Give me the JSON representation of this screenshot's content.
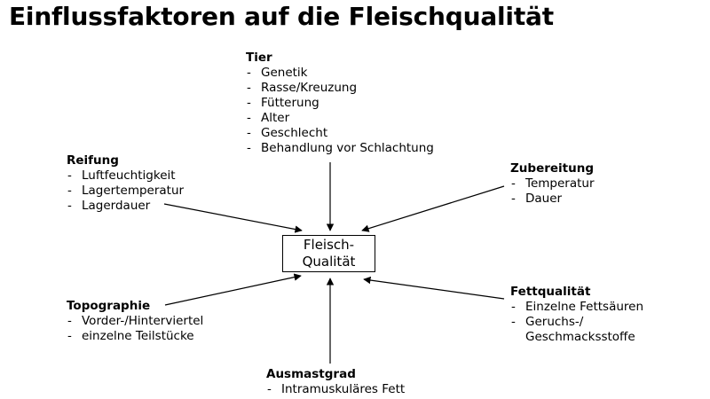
{
  "title": "Einflussfaktoren auf die Fleischqualität",
  "center": {
    "line1": "Fleisch-",
    "line2": "Qualität"
  },
  "factors": {
    "tier": {
      "heading": "Tier",
      "items": [
        "Genetik",
        "Rasse/Kreuzung",
        "Fütterung",
        "Alter",
        "Geschlecht",
        "Behandlung vor Schlachtung"
      ]
    },
    "reifung": {
      "heading": "Reifung",
      "items": [
        "Luftfeuchtigkeit",
        "Lagertemperatur",
        "Lagerdauer"
      ]
    },
    "zubereitung": {
      "heading": "Zubereitung",
      "items": [
        "Temperatur",
        "Dauer"
      ]
    },
    "topographie": {
      "heading": "Topographie",
      "items": [
        "Vorder-/Hinterviertel",
        "einzelne Teilstücke"
      ]
    },
    "fettqualitaet": {
      "heading": "Fettqualität",
      "items": [
        "Einzelne Fettsäuren",
        "Geruchs-/",
        "Geschmacksstoffe"
      ]
    },
    "ausmastgrad": {
      "heading": "Ausmastgrad",
      "items": [
        "Intramuskuläres Fett"
      ]
    }
  }
}
